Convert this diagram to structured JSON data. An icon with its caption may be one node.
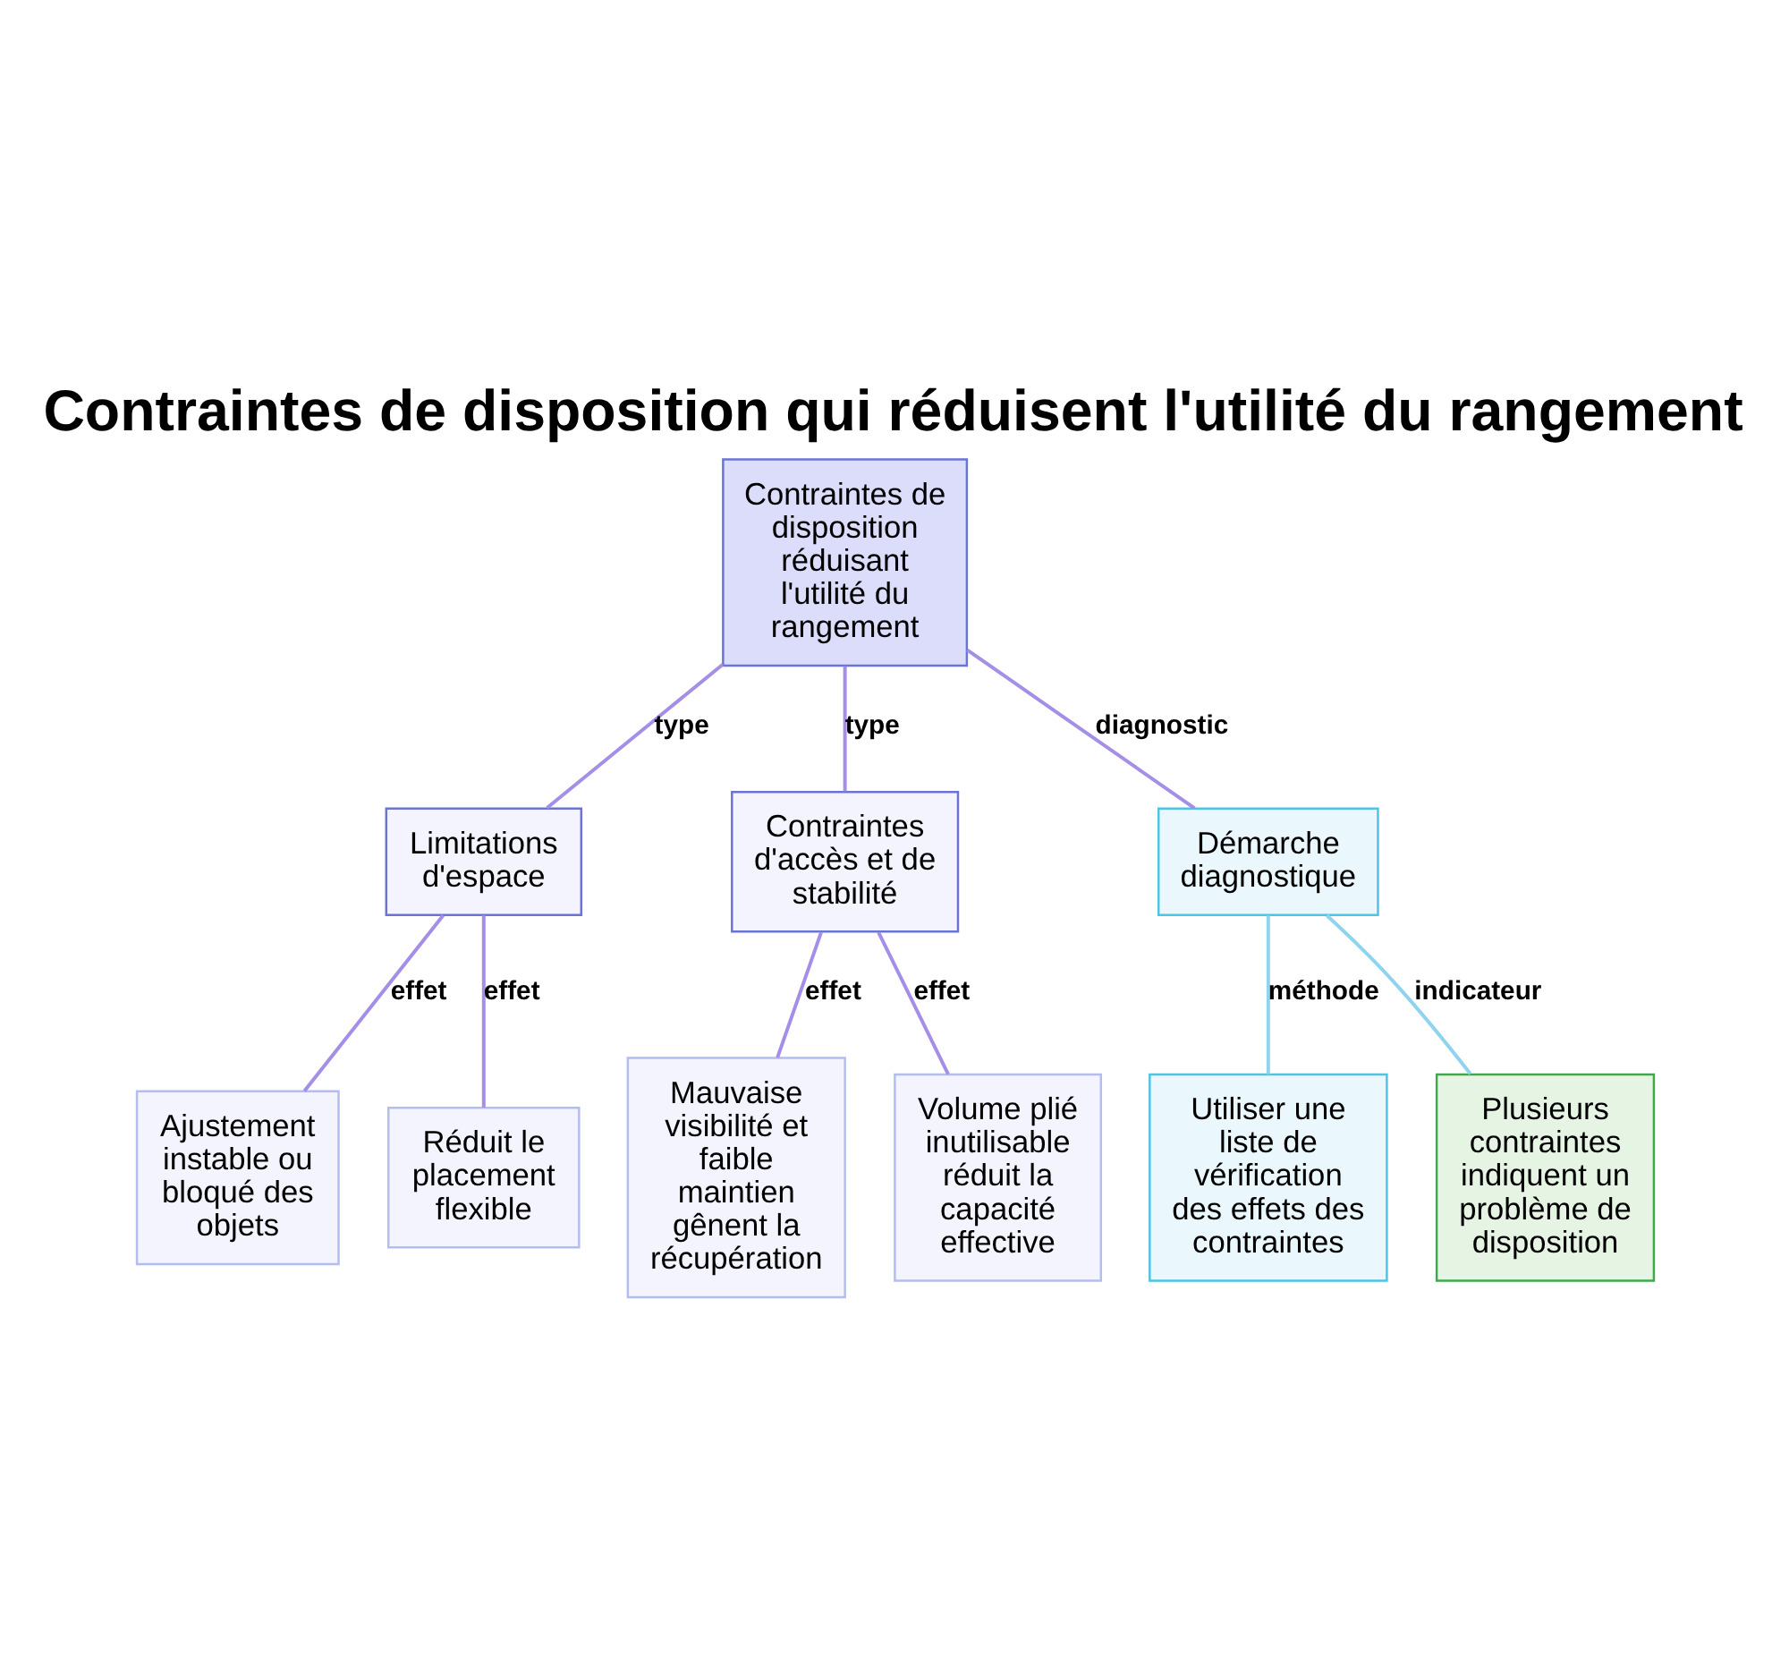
{
  "diagram": {
    "title": "Contraintes de disposition qui réduisent l'utilité du rangement",
    "nodes": [
      {
        "text": [
          "Contraintes de disposition réduisant l'utilité du rangement"
        ]
      },
      {
        "text": [
          "Limitations d'espace"
        ]
      },
      {
        "text": [
          "Contraintes d'accès et de stabilité"
        ]
      },
      {
        "text": [
          "Démarche diagnostique"
        ]
      },
      {
        "text": [
          "Ajustement instable ou bloqué des objets"
        ]
      },
      {
        "text": [
          "Réduit le placement flexible"
        ]
      },
      {
        "text": [
          "Mauvaise visibilité et faible maintien gênent la récupération"
        ]
      },
      {
        "text": [
          "Volume plié inutilisable réduit la capacité effective"
        ]
      },
      {
        "text": [
          "Utiliser une liste de vérification des effets des contraintes"
        ]
      },
      {
        "text": [
          "Plusieurs contraintes indiquent un problème de disposition"
        ]
      }
    ],
    "edges": [
      {
        "from": 0,
        "to": 1,
        "arrow": "none",
        "label": "type"
      },
      {
        "from": 0,
        "to": 2,
        "arrow": "none",
        "label": "type"
      },
      {
        "from": 0,
        "to": 3,
        "arrow": "none",
        "label": "diagnostic"
      },
      {
        "from": 1,
        "to": 4,
        "arrow": "none",
        "label": "effet"
      },
      {
        "from": 1,
        "to": 5,
        "arrow": "none",
        "label": "effet"
      },
      {
        "from": 2,
        "to": 6,
        "arrow": "none",
        "label": "effet"
      },
      {
        "from": 2,
        "to": 7,
        "arrow": "none",
        "label": "effet"
      },
      {
        "from": 3,
        "to": 8,
        "arrow": "none",
        "label": "méthode",
        "color": "#8fd3ee"
      },
      {
        "from": 3,
        "to": 9,
        "arrow": "none",
        "label": "indicateur",
        "color": "#8fd3ee"
      }
    ]
  }
}
